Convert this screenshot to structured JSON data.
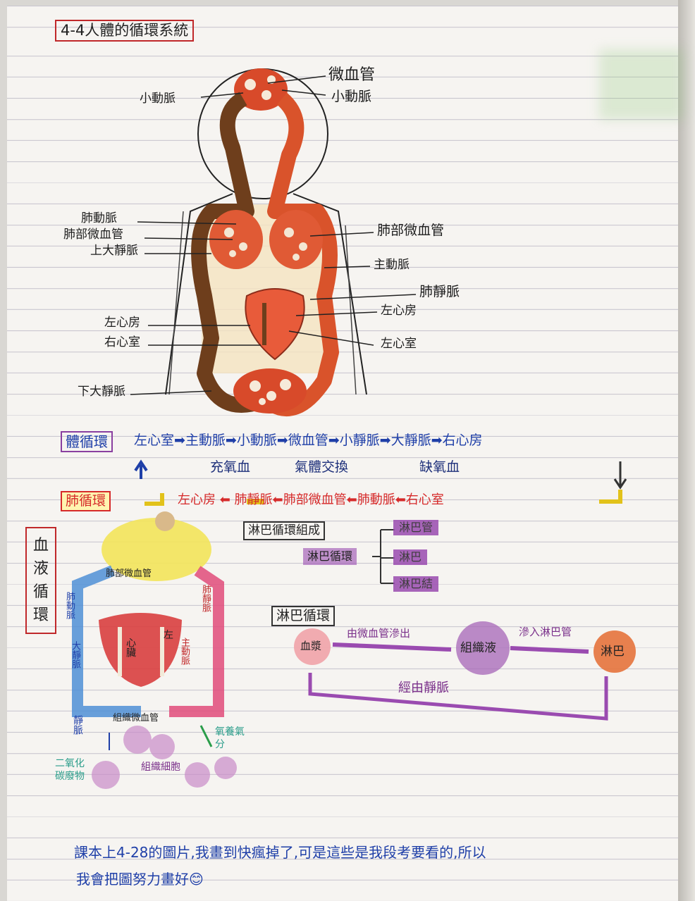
{
  "title": "4-4人體的循環系統",
  "diagram_labels": {
    "capillary_head": "微血管",
    "arteriole_left": "小動脈",
    "arteriole_right": "小動脈",
    "pulmonary_artery": "肺動脈",
    "pulmonary_capillary_left": "肺部微血管",
    "superior_vena_cava": "上大靜脈",
    "pulmonary_capillary_right": "肺部微血管",
    "aorta": "主動脈",
    "pulmonary_vein": "肺靜脈",
    "left_atrium_right_label": "左心房",
    "left_atrium_left_label": "左心房",
    "right_ventricle": "右心室",
    "left_ventricle": "左心室",
    "inferior_vena_cava": "下大靜脈"
  },
  "systemic": {
    "name": "體循環",
    "chain": "左心室➡主動脈➡小動脈➡微血管➡小靜脈➡大靜脈➡右心房",
    "note1": "充氧血",
    "note2": "氣體交換",
    "note3": "缺氧血"
  },
  "pulmonary": {
    "name": "肺循環",
    "chain": "左心房 ⬅ 肺靜脈⬅肺部微血管⬅肺動脈⬅右心室"
  },
  "blood_circ_label": "血液循環",
  "blood_diagram": {
    "lung_capillary": "肺部微血管",
    "pulmonary_artery": "肺動脈",
    "pulmonary_vein": "肺靜脈",
    "heart": "心臟",
    "left_side": "左",
    "aorta": "主動脈",
    "vena_cava": "大靜脈",
    "tissue_capillary": "組織微血管",
    "vein": "靜脈",
    "tissue_cell": "組織細胞",
    "co2_waste": "二氧化碳廢物",
    "o2_nutrient": "氧養氣分"
  },
  "lymph_composition": {
    "title": "淋巴循環組成",
    "root": "淋巴循環",
    "items": [
      "淋巴管",
      "淋巴",
      "淋巴結"
    ]
  },
  "lymph_circulation": {
    "title": "淋巴循環",
    "node1": "血漿",
    "edge1": "由微血管滲出",
    "node2": "組織液",
    "edge2": "滲入淋巴管",
    "node3": "淋巴",
    "edge3": "經由靜脈"
  },
  "footer": {
    "line1": "課本上4-28的圖片,我畫到快瘋掉了,可是這些是我段考要看的,所以",
    "line2": "我會把圖努力畫好😊"
  }
}
